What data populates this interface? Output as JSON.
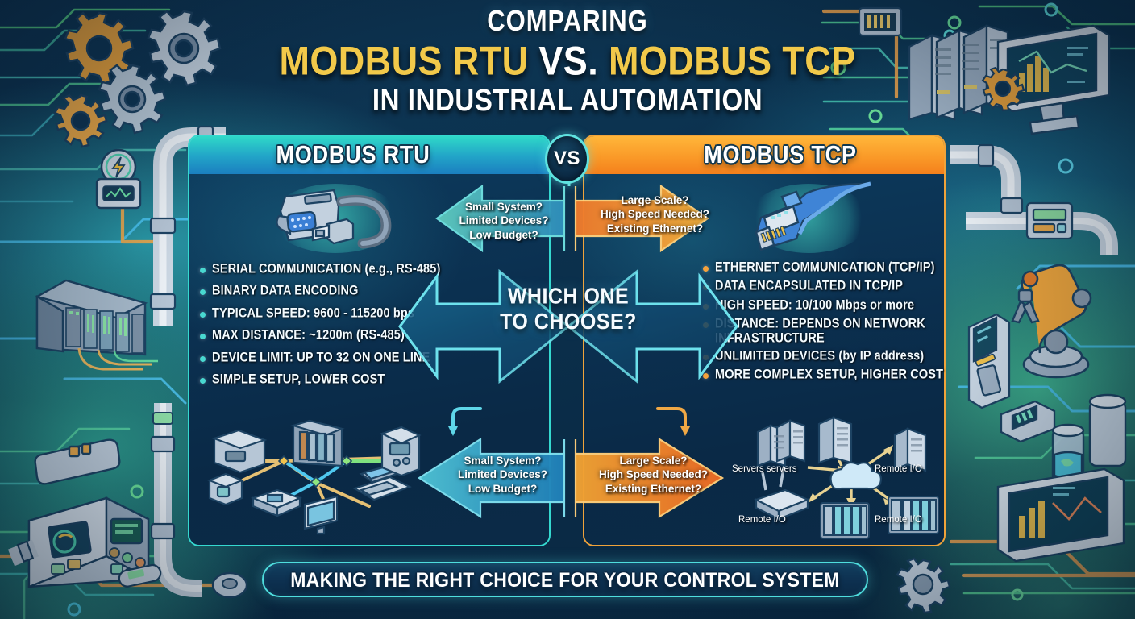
{
  "title": {
    "line1": "COMPARING",
    "line2_part1": "MODBUS RTU",
    "line2_vs": "VS.",
    "line2_part2": "MODBUS TCP",
    "line3": "IN INDUSTRIAL AUTOMATION"
  },
  "vs_badge": "VS",
  "panels": {
    "left": {
      "heading": "MODBUS RTU",
      "icon": "serial-db9-connector-icon",
      "accent": "#35d9d0",
      "bullets": [
        "SERIAL COMMUNICATION (e.g., RS-485)",
        "BINARY DATA ENCODING",
        "TYPICAL SPEED: 9600 - 115200 bps",
        "MAX DISTANCE: ~1200m (RS-485)",
        "DEVICE LIMIT: UP TO 32 ON ONE LINE",
        "SIMPLE SETUP, LOWER COST"
      ]
    },
    "right": {
      "heading": "MODBUS TCP",
      "icon": "rj45-ethernet-connector-icon",
      "accent": "#f0a33a",
      "bullets": [
        "ETHERNET COMMUNICATION (TCP/IP)",
        "DATA ENCAPSULATED IN TCP/IP",
        "HIGH SPEED: 10/100 Mbps or more",
        "DISTANCE: DEPENDS ON NETWORK INFRASTRUCTURE",
        "UNLIMITED DEVICES (by IP address)",
        "MORE COMPLEX SETUP, HIGHER COST"
      ]
    }
  },
  "center": {
    "question_line1": "WHICH ONE",
    "question_line2": "TO CHOOSE?"
  },
  "callouts": {
    "top_left": [
      "Small System?",
      "Limited Devices?",
      "Low Budget?"
    ],
    "top_right": [
      "Large Scale?",
      "High Speed Needed?",
      "Existing Ethernet?"
    ],
    "bottom_left": [
      "Small System?",
      "Limited Devices?",
      "Low Budget?"
    ],
    "bottom_right": [
      "Large Scale?",
      "High Speed Needed?",
      "Existing Ethernet?"
    ]
  },
  "network_diagram_right": {
    "servers_label": "Servers servers",
    "remote_io_1": "Remote I/O",
    "remote_io_2": "Remote I/O",
    "remote_io_3": "Remote I/O"
  },
  "banner": "MAKING THE RIGHT CHOICE FOR YOUR CONTROL SYSTEM",
  "colors": {
    "background_deep": "#0b2a44",
    "teal_accent": "#35d9d0",
    "orange_accent": "#f0a33a",
    "gold_title": "#f2c94a",
    "panel_body": "#0b3050"
  }
}
